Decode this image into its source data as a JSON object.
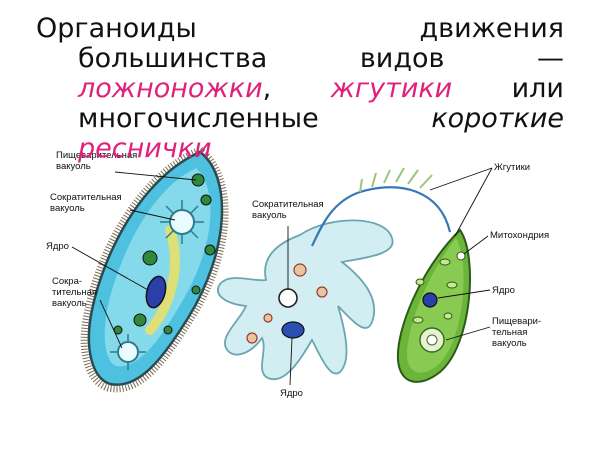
{
  "heading": {
    "line1_word1": "Органоиды",
    "line1_word2": "движения",
    "line2_word1": "большинства",
    "line2_word2": "видов",
    "line2_word3": "—",
    "line3_term1": "ложноножки",
    "line3_comma": ",",
    "line3_term2": "жгутики",
    "line3_word": "или",
    "line4_word1": "многочисленные",
    "line4_word2": "короткие",
    "line5_term3": "реснички"
  },
  "labels": {
    "digestive_vacuole_left": "Пищеварительная\nвакуоль",
    "contractile_vacuole_left_top": "Сократительная\nвакуоль",
    "nucleus_left": "Ядро",
    "contractile_vacuole_left_bottom": "Сокра-\nтительная\nвакуоль",
    "contractile_vacuole_middle": "Сократительная\nвакуоль",
    "nucleus_middle": "Ядро",
    "flagella_right": "Жгутики",
    "mitochondria_right": "Митохондрия",
    "nucleus_right": "Ядро",
    "digestive_vacuole_right": "Пищевари-\nтельная\nвакуоль"
  }
}
